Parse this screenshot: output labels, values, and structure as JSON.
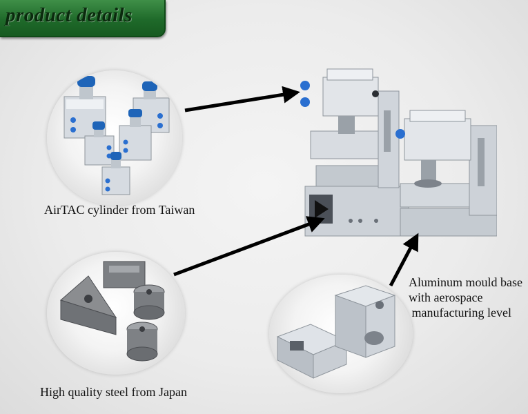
{
  "banner": {
    "title": "product details"
  },
  "captions": {
    "cylinder": "AirTAC cylinder from Taiwan",
    "steel": "High quality steel from Japan",
    "aluminum_lines": [
      "Aluminum mould base",
      "with aerospace",
      " manufacturing level"
    ]
  },
  "colors": {
    "banner_green": "#1f6a2a",
    "arrow": "#000000",
    "aluminum": "#c9ced4",
    "cylinder_cap": "#1e64b8"
  }
}
